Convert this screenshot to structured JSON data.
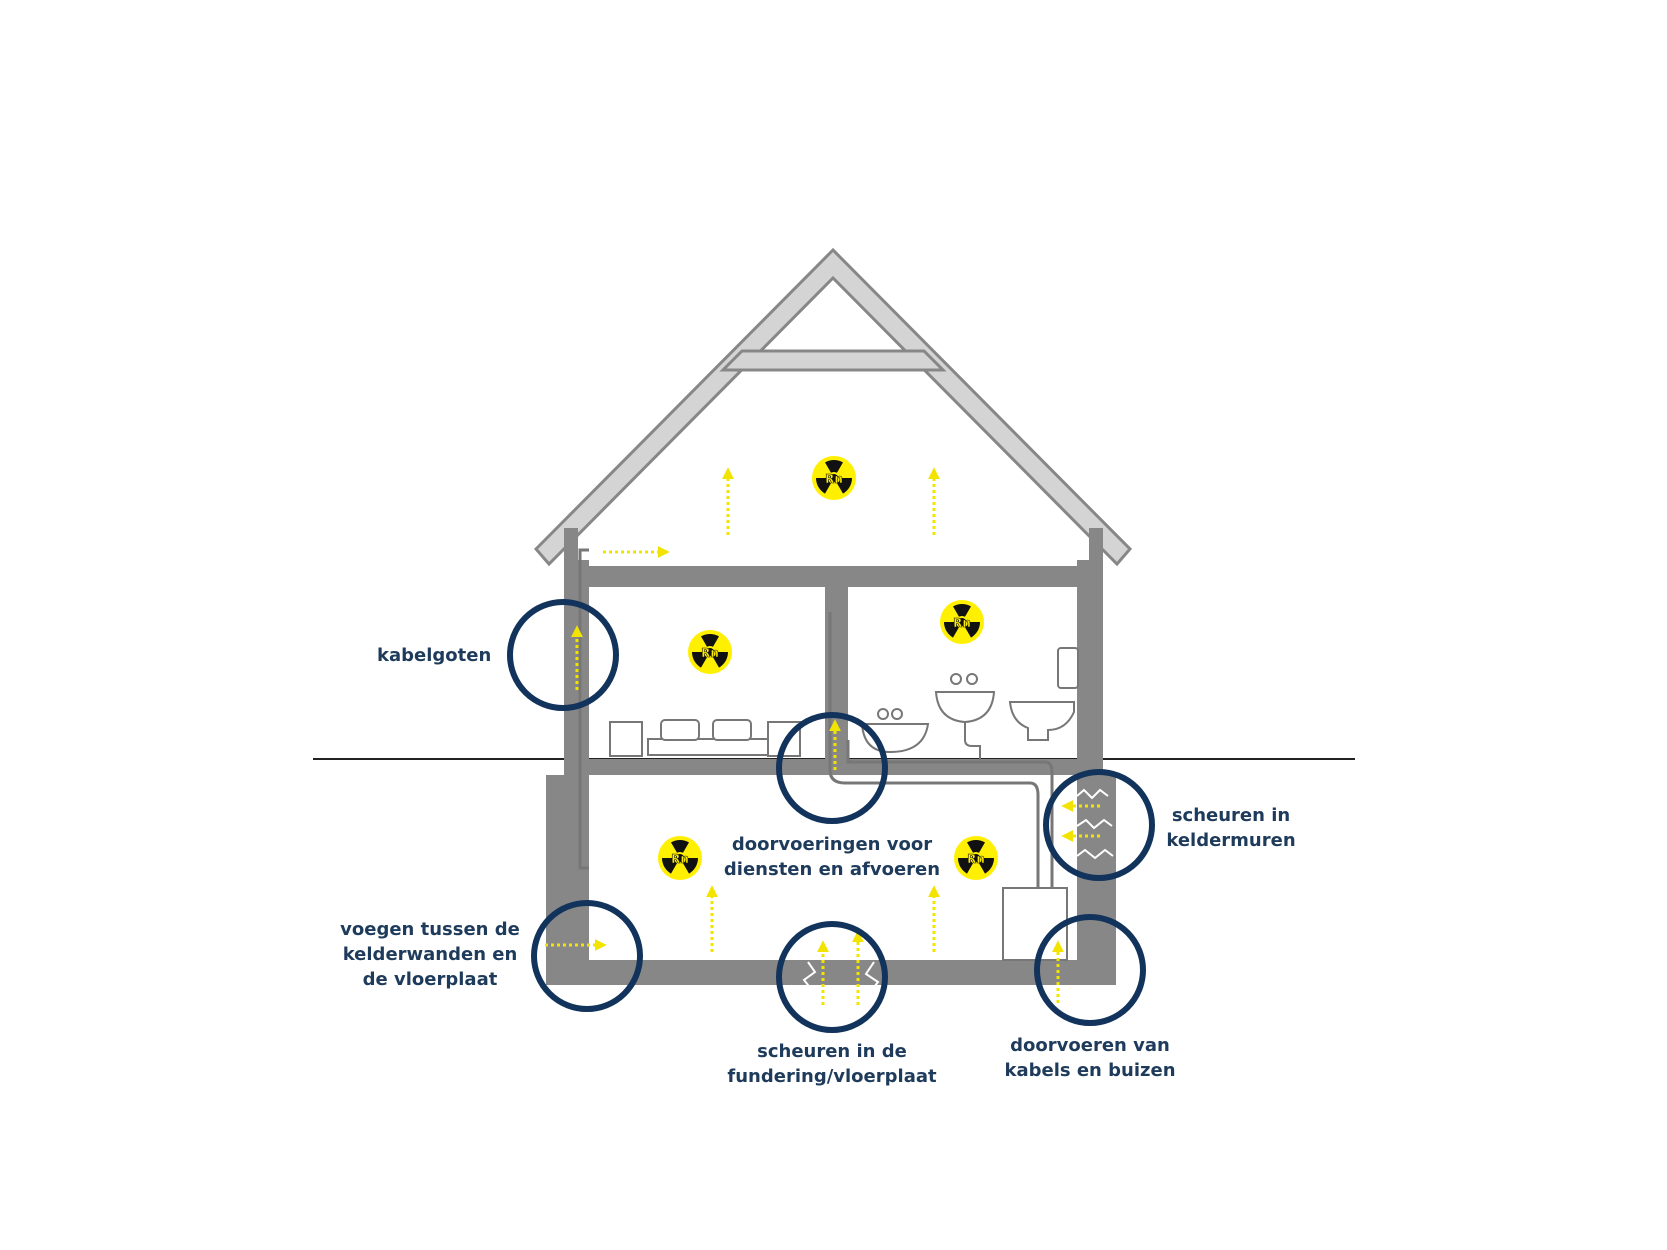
{
  "colors": {
    "structure": "#878787",
    "roof_fill": "#d4d4d4",
    "radon_yellow": "#ffef00",
    "radon_black": "#111111",
    "circle": "#12335b",
    "text": "#1f3b5b",
    "fixtures": "#777777",
    "arrow": "#f2e400"
  },
  "radon_symbol": {
    "icon": "radiation-trefoil-icon",
    "text": "Rn"
  },
  "labels": {
    "kabelgoten": "kabelgoten",
    "doorvoeringen": "doorvoeringen voor\ndiensten en afvoeren",
    "keldermuren": "scheuren in\nkeldermuren",
    "voegen": "voegen tussen de\nkelderwanden en\nde vloerplaat",
    "fundering": "scheuren in de\nfundering/vloerplaat",
    "kabels_buizen": "doorvoeren van\nkabels en buizen"
  }
}
